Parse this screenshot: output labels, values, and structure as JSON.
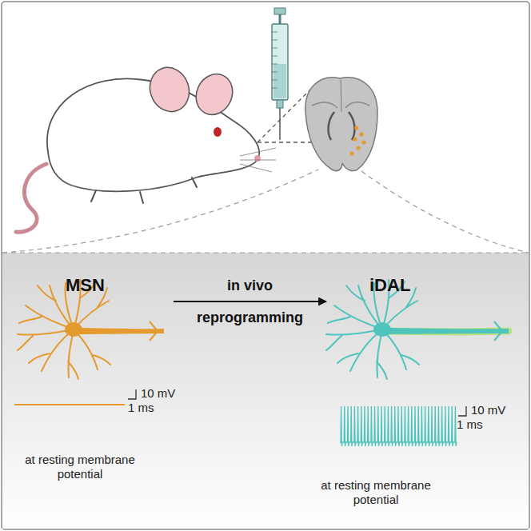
{
  "diagram": {
    "nodes": [
      {
        "text": [
          "MSN"
        ]
      },
      {
        "text": [
          "iDAL"
        ]
      }
    ],
    "edges": [
      {
        "from": 0,
        "to": 1,
        "arrow": "to",
        "label": "in vivo reprogramming"
      }
    ],
    "labels": [
      "10 mV",
      "1 ms",
      "at resting membrane potential",
      "10 mV",
      "1 ms",
      "at resting membrane potential"
    ]
  }
}
